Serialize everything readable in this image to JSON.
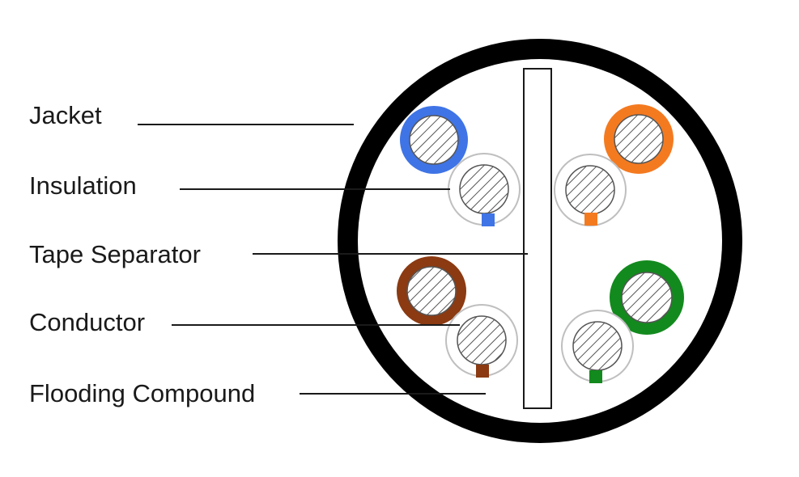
{
  "labels": {
    "jacket": "Jacket",
    "insulation": "Insulation",
    "tape_separator": "Tape Separator",
    "conductor": "Conductor",
    "flooding_compound": "Flooding Compound"
  },
  "colors": {
    "jacket": "#000000",
    "background": "#ffffff",
    "blue_pair": "#3f74e6",
    "orange_pair": "#f47a20",
    "brown_pair": "#8b3a12",
    "green_pair": "#138a1e",
    "leader_line": "#1a1a1a",
    "insulation_outline": "#bfbfbf",
    "hatch": "#555555"
  },
  "pairs": [
    {
      "name": "blue",
      "color_key": "blue_pair"
    },
    {
      "name": "orange",
      "color_key": "orange_pair"
    },
    {
      "name": "brown",
      "color_key": "brown_pair"
    },
    {
      "name": "green",
      "color_key": "green_pair"
    }
  ]
}
